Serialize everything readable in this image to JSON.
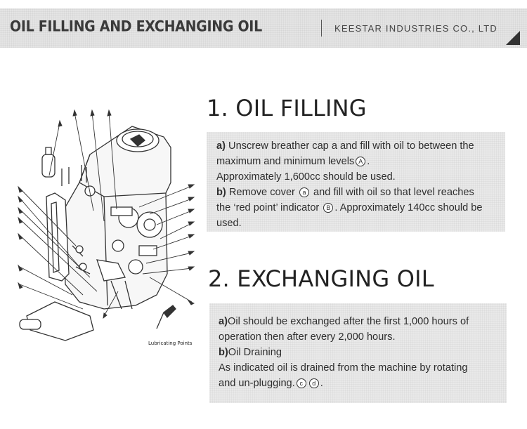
{
  "header": {
    "title": "OIL FILLING AND EXCHANGING OIL",
    "company": "KEESTAR INDUSTRIES CO., LTD"
  },
  "diagram": {
    "caption": "Lubricating Points"
  },
  "section1": {
    "title": "1. OIL FILLING",
    "a_label": "a)",
    "a_line1": " Unscrew breather cap a and fill with oil to between the",
    "a_line2": "maximum and minimum levels",
    "marker_A": "A",
    "a_line2_end": ".",
    "a_line3": "Approximately 1,600cc should be used.",
    "b_label": "b)",
    "b_line1_start": " Remove cover ",
    "marker_a": "a",
    "b_line1_end": " and fill with oil so that level reaches",
    "b_line2_start": "the ‘red point’ indicator ",
    "marker_B": "B",
    "b_line2_end": ". Approximately 140cc should be",
    "b_line3": "used."
  },
  "section2": {
    "title": "2. EXCHANGING OIL",
    "a_label": "a)",
    "a_line1": "Oil should be exchanged after the first 1,000 hours of",
    "a_line2": "operation then after every 2,000 hours.",
    "b_label": "b)",
    "b_line1": "Oil Draining",
    "b_line2": "As indicated oil is drained from the machine by rotating",
    "b_line3_start": "and un-plugging.",
    "marker_c": "c",
    "marker_d": "d",
    "b_line3_end": "."
  },
  "colors": {
    "header_bg": "#e4e4e4",
    "textbox_bg": "#e9e9e9",
    "text": "#2e2e2e"
  }
}
